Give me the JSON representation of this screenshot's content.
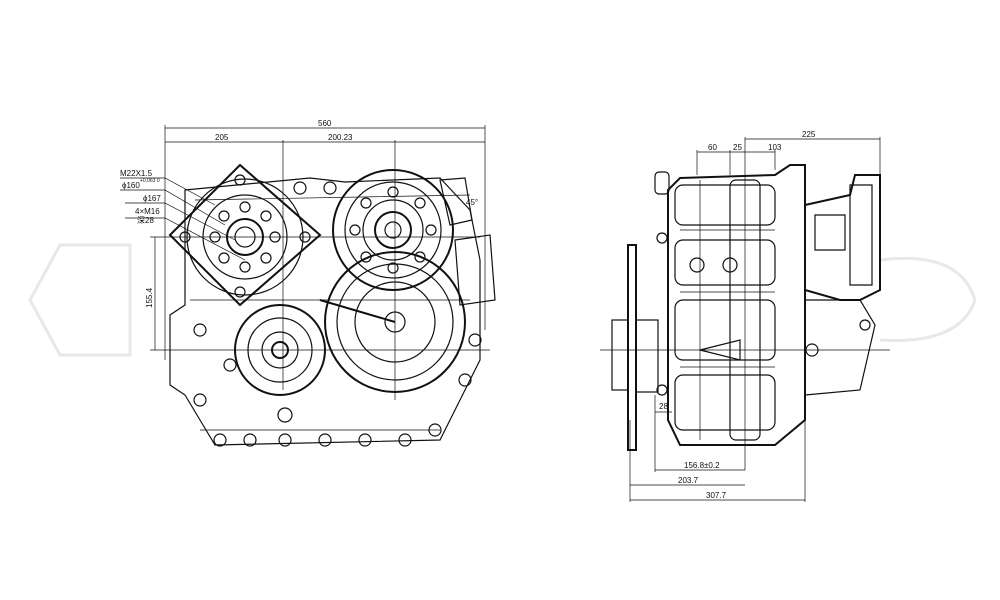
{
  "front_view": {
    "dims": {
      "overall_width": "560",
      "left_offset": "205",
      "center_distance": "200.23",
      "thread": "M22X1.5",
      "bore": "ϕ160",
      "bore_tol": "+0.063 0",
      "pcd": "ϕ167",
      "holes": "4×M16",
      "hole_depth": "深28",
      "height": "155.4",
      "angle": "45°"
    }
  },
  "side_view": {
    "dims": {
      "d60": "60",
      "d25": "25",
      "d103": "103",
      "d225": "225",
      "d28": "28",
      "d156": "156.8±0.2",
      "d203": "203.7",
      "d307": "307.7"
    }
  }
}
